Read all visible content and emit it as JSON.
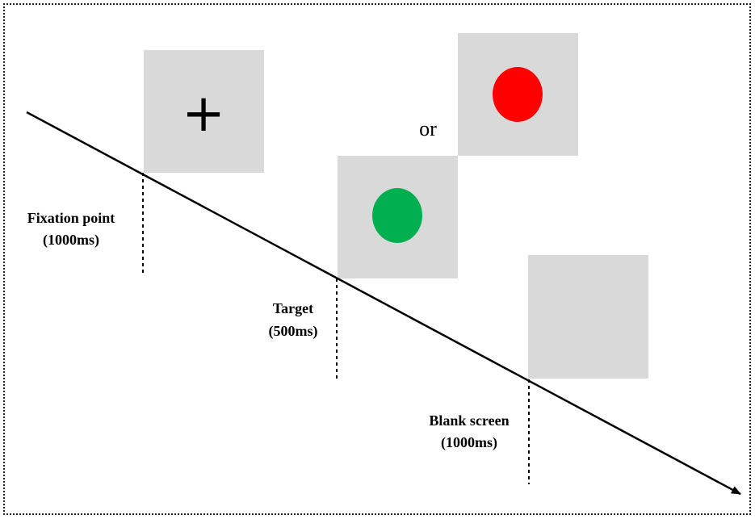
{
  "colors": {
    "screen": "#d9d9d9",
    "cross": "#000000",
    "go_stimulus": "#00b050",
    "nogo_stimulus": "#ff0000",
    "timeline": "#000000",
    "text": "#000000"
  },
  "stages": [
    {
      "label": "Fixation point",
      "duration": "(1000ms)"
    },
    {
      "label": "Target",
      "duration": "(500ms)"
    },
    {
      "label": "Blank screen",
      "duration": "(1000ms)"
    }
  ],
  "alternative_word": "or",
  "fixation_symbol": "+"
}
